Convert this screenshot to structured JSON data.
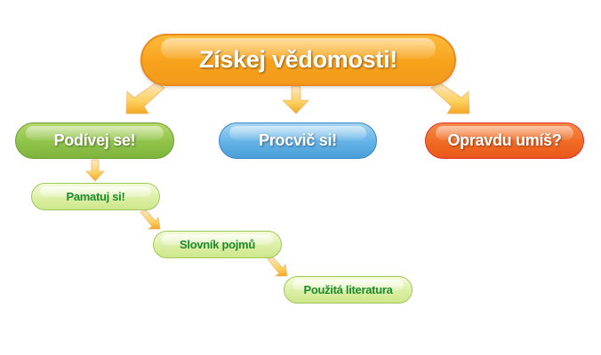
{
  "main_button": "Získej vědomosti!",
  "sections": [
    {
      "label": "Podívej se!",
      "color": "#8fc34a"
    },
    {
      "label": "Procvič si!",
      "color": "#63b2e6"
    },
    {
      "label": "Opravdu umíš?",
      "color": "#f06a23"
    }
  ],
  "sub_items": [
    {
      "label": "Pamatuj si!"
    },
    {
      "label": "Slovník pojmů"
    },
    {
      "label": "Použitá literatura"
    }
  ],
  "colors": {
    "main": "#f7a21c",
    "sub_text": "#1e8a2e",
    "arrow": "#fbc93a"
  }
}
